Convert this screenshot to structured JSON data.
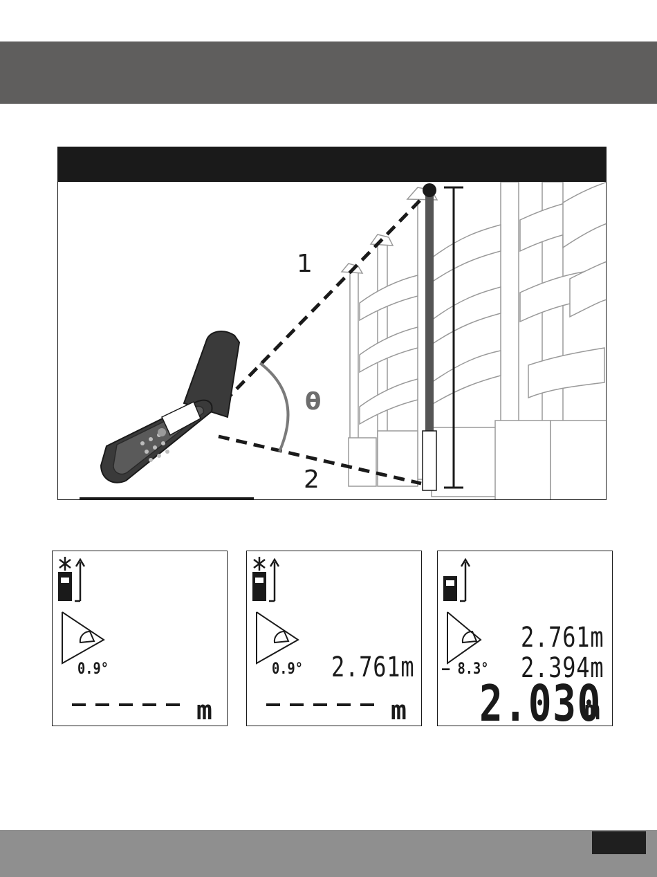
{
  "figure": {
    "label_1": "1",
    "label_2": "2",
    "angle_symbol": "θ"
  },
  "lcd_panels": [
    {
      "angle": "0.9°",
      "reading": "",
      "dashes": "– – – – – –",
      "unit": "m"
    },
    {
      "angle": "0.9°",
      "reading": "2.761m",
      "dashes": "– – – – – –",
      "unit": "m"
    },
    {
      "angle": "– 8.3°",
      "reading_top": "2.761m",
      "reading_mid": "2.394m",
      "result": "2.030",
      "unit": "m"
    }
  ],
  "colors": {
    "header_band": "#5f5e5d",
    "footer_band": "#8f8f8f",
    "ink": "#1a1a1a",
    "arc": "#7a7a7a"
  }
}
